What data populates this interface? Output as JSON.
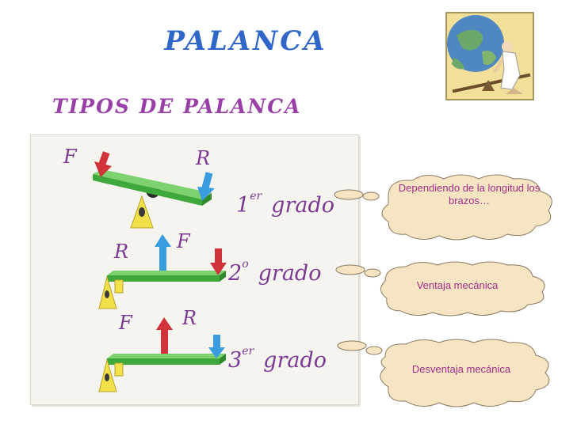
{
  "slide": {
    "title": "PALANCA",
    "subtitle": "TIPOS DE PALANCA"
  },
  "levers": [
    {
      "number": "1",
      "suffix": "er",
      "word": "grado",
      "label_left": "F",
      "label_right": "R",
      "arrow_left_color": "#d0343a",
      "arrow_right_color": "#3a9de0"
    },
    {
      "number": "2",
      "suffix": "o",
      "word": "grado",
      "label_left": "R",
      "label_right": "F",
      "arrow_left_color": "#3a9de0",
      "arrow_right_color": "#d0343a"
    },
    {
      "number": "3",
      "suffix": "er",
      "word": "grado",
      "label_left": "F",
      "label_right": "R",
      "arrow_left_color": "#d0343a",
      "arrow_right_color": "#3a9de0"
    }
  ],
  "clouds": [
    {
      "text": "Dependiendo de la longitud los brazos…"
    },
    {
      "text": "Ventaja mecánica"
    },
    {
      "text": "Desventaja mecánica"
    }
  ],
  "colors": {
    "title": "#2f67c9",
    "subtitle": "#9a3fa7",
    "label": "#7b3a92",
    "beam_green": "#4fbf4a",
    "fulcrum_yellow": "#f2e04a",
    "cloud_fill": "#f6e4c2",
    "cloud_text": "#a02f88"
  },
  "icons": {
    "illustration": "archimedes-lifting-earth-illustration"
  }
}
